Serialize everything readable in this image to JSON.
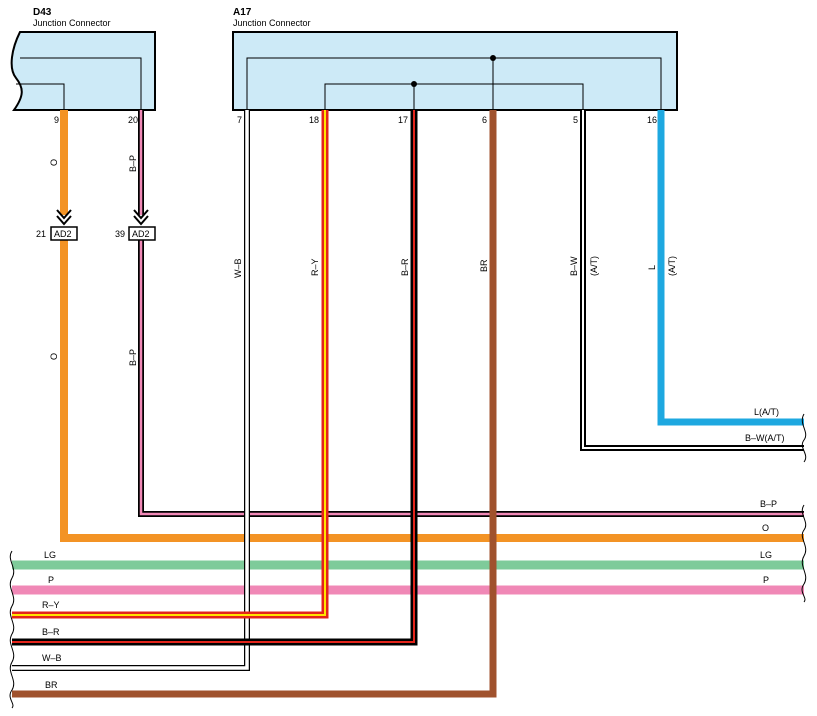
{
  "connectors": [
    {
      "id": "D43",
      "name": "Junction Connector"
    },
    {
      "id": "A17",
      "name": "Junction Connector"
    }
  ],
  "pins": {
    "d43_9": "9",
    "d43_20": "20",
    "a17_7": "7",
    "a17_18": "18",
    "a17_17": "17",
    "a17_6": "6",
    "a17_5": "5",
    "a17_16": "16"
  },
  "inline_connector": {
    "code": "AD2",
    "pin_o": "21",
    "pin_bp": "39"
  },
  "wire_labels": {
    "o_upper": "O",
    "bp_upper": "B–P",
    "o_lower": "O",
    "bp_lower": "B–P",
    "wb": "W–B",
    "ry": "R–Y",
    "br_red": "B–R",
    "br": "BR",
    "bw": "B–W",
    "bw_at": "(A/T)",
    "l": "L",
    "l_at": "(A/T)"
  },
  "right_labels": {
    "l_at": "L(A/T)",
    "bw_at": "B–W(A/T)",
    "bp": "B–P",
    "o": "O",
    "lg": "LG",
    "p": "P"
  },
  "left_labels": {
    "lg": "LG",
    "p": "P",
    "ry": "R–Y",
    "br_red": "B–R",
    "wb": "W–B",
    "br": "BR"
  },
  "wire_colors": {
    "orange": "#f39325",
    "pink": "#f088b6",
    "green": "#7ecb9a",
    "red": "#e3241b",
    "yellow": "#ffe500",
    "brown": "#a0522d",
    "blue": "#1ea8e0",
    "black": "#000000",
    "white": "#ffffff",
    "connector_fill": "#cdeaf7"
  }
}
